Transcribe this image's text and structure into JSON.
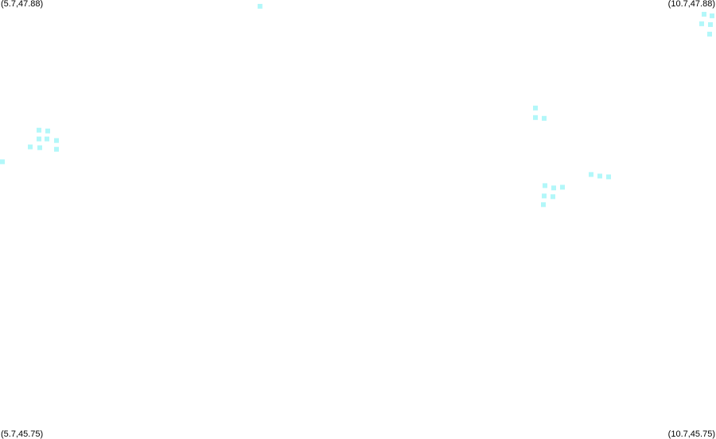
{
  "map": {
    "corners": {
      "top_left": "(5.7,47.88)",
      "top_right": "(10.7,47.88)",
      "bottom_left": "(5.7,45.75)",
      "bottom_right": "(10.7,45.75)"
    },
    "bounds": {
      "lon_min": 5.7,
      "lon_max": 10.7,
      "lat_min": 45.75,
      "lat_max": 47.88
    },
    "marker_color": "#b2f7f9",
    "points": [
      [
        7.5155,
        47.8495
      ],
      [
        5.7056,
        47.0952
      ],
      [
        5.9111,
        47.1672
      ],
      [
        5.9778,
        47.1634
      ],
      [
        5.9722,
        47.2059
      ],
      [
        6.0278,
        47.2059
      ],
      [
        5.9722,
        47.2483
      ],
      [
        6.0333,
        47.2444
      ],
      [
        6.0944,
        47.1982
      ],
      [
        6.0944,
        47.1557
      ],
      [
        9.4389,
        47.356
      ],
      [
        9.4389,
        47.3097
      ],
      [
        9.5,
        47.3058
      ],
      [
        9.5056,
        46.9795
      ],
      [
        9.5667,
        46.968
      ],
      [
        9.6278,
        46.9718
      ],
      [
        9.5,
        46.9294
      ],
      [
        9.5611,
        46.9256
      ],
      [
        9.4944,
        46.887
      ],
      [
        9.8278,
        47.0335
      ],
      [
        9.8889,
        47.0258
      ],
      [
        9.95,
        47.0219
      ],
      [
        10.6167,
        47.8109
      ],
      [
        10.6722,
        47.8032
      ],
      [
        10.6,
        47.7647
      ],
      [
        10.6611,
        47.7608
      ],
      [
        10.6556,
        47.7145
      ]
    ]
  }
}
